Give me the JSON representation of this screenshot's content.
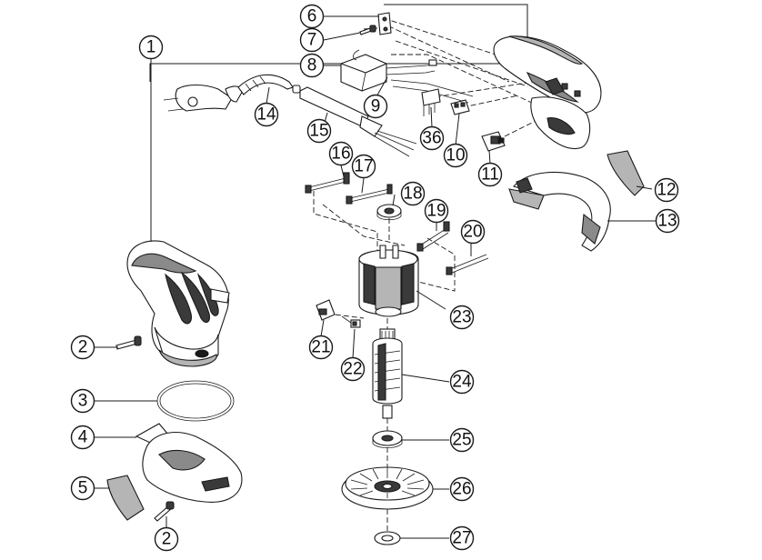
{
  "callouts": [
    "1",
    "2",
    "3",
    "4",
    "5",
    "2",
    "6",
    "7",
    "8",
    "9",
    "36",
    "10",
    "11",
    "12",
    "13",
    "14",
    "15",
    "16",
    "17",
    "18",
    "19",
    "20",
    "21",
    "22",
    "23",
    "24",
    "25",
    "26",
    "27"
  ]
}
